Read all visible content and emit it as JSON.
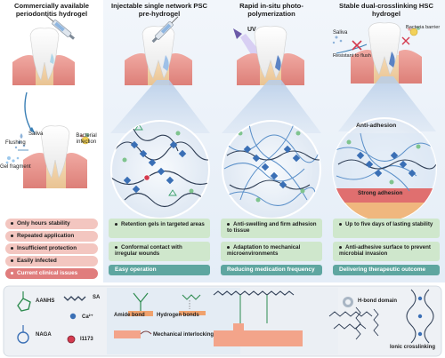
{
  "panels": {
    "commercial": {
      "title": "Commercially available periodontitis hydrogel",
      "labels": {
        "saliva": "Saliva",
        "flushing": "Flushing",
        "gel_fragment": "Gel fragment",
        "bacterial_infection": "Bacterial infection"
      },
      "issues": [
        "Only hours stability",
        "Repeated application",
        "Insufficient protection",
        "Easily infected"
      ],
      "summary": "Current clinical issues"
    },
    "psc": {
      "title": "Injectable single network PSC pre-hydrogel",
      "benefits": [
        "Retention gels in targeted areas",
        "Conformal contact with irregular wounds"
      ],
      "summary": "Easy operation"
    },
    "photo": {
      "title": "Rapid in-situ photo-polymerization",
      "uv_label": "UV",
      "benefits": [
        "Anti-swelling and firm adhesion to tissue",
        "Adaptation to mechanical microenvironments"
      ],
      "summary": "Reducing medication frequency"
    },
    "hsc": {
      "title": "Stable dual-crosslinking HSC hydrogel",
      "labels": {
        "saliva": "Saliva",
        "resistant": "Resistant to flush",
        "bacteria_barrier": "Bacteria barrier",
        "anti_adhesion": "Anti-adhesion",
        "strong_adhesion": "Strong adhesion"
      },
      "benefits": [
        "Up to five days of lasting stability",
        "Anti-adhesive surface to prevent microbial invasion"
      ],
      "summary": "Delivering therapeutic outcome"
    }
  },
  "legend": {
    "aanhs": "AANHS",
    "naga": "NAGA",
    "sa": "SA",
    "ca": "Ca²⁺",
    "i1173": "I1173",
    "amide_bond": "Amide bond",
    "hydrogen_bonds": "Hydrogen bonds",
    "mechanical_interlocking": "Mechanical interlocking",
    "h_bond_domain": "H-bond domain",
    "ionic_crosslinking": "Ionic crosslinking"
  },
  "colors": {
    "issue_pill": "#f3c6c0",
    "issue_summary": "#e07d7d",
    "benefit_card": "#cfe7cc",
    "benefit_summary": "#5ea6a0",
    "polymer_blue": "#3a6fb5",
    "gum_pink": "#e99a93"
  }
}
